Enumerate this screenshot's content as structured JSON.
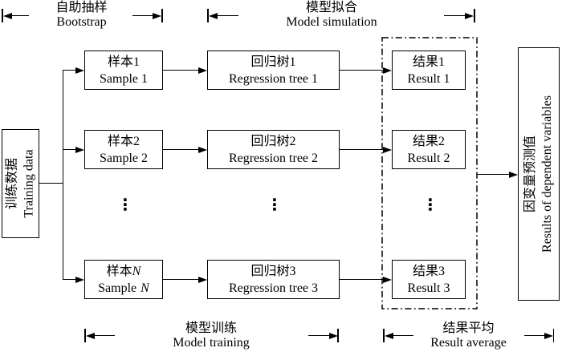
{
  "figure": {
    "top": {
      "bootstrap": {
        "cn": "自助抽样",
        "en": "Bootstrap"
      },
      "model_simulation": {
        "cn": "模型拟合",
        "en": "Model simulation"
      }
    },
    "bottom": {
      "model_training": {
        "cn": "模型训练",
        "en": "Model training"
      },
      "result_average": {
        "cn": "结果平均",
        "en": "Result average"
      }
    },
    "training_data": {
      "cn": "训练数据",
      "en": "Training data"
    },
    "output": {
      "cn": "因变量预测值",
      "en": "Results of dependent variables"
    },
    "rows": [
      {
        "sample_cn": "样本1",
        "sample_en": "Sample 1",
        "tree_cn": "回归树1",
        "tree_en": "Regression tree 1",
        "result_cn": "结果1",
        "result_en": "Result 1"
      },
      {
        "sample_cn": "样本2",
        "sample_en": "Sample 2",
        "tree_cn": "回归树2",
        "tree_en": "Regression tree 2",
        "result_cn": "结果2",
        "result_en": "Result 2"
      },
      {
        "sample_cn_base": "样本",
        "sample_var": "N",
        "sample_en_base": "Sample",
        "tree_cn": "回归树3",
        "tree_en": "Regression tree 3",
        "result_cn": "结果3",
        "result_en": "Result 3"
      }
    ],
    "ellipsis": "⋮",
    "line_color": "#000000",
    "background_color": "#ffffff"
  }
}
